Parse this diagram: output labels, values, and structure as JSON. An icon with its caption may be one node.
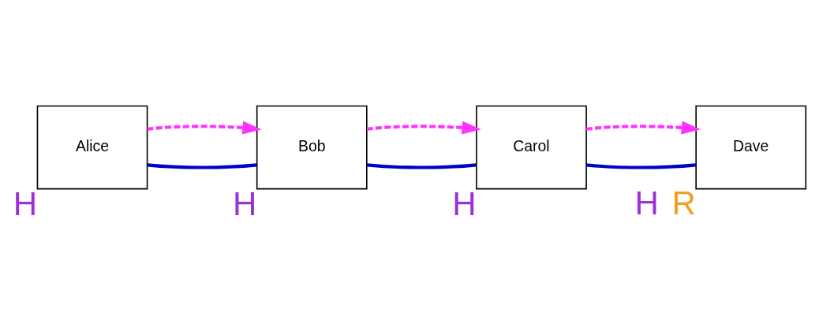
{
  "diagram": {
    "nodes": [
      {
        "text": [
          "Alice"
        ],
        "beside": [
          "H"
        ]
      },
      {
        "text": [
          "Bob"
        ],
        "beside": [
          "H"
        ]
      },
      {
        "text": [
          "Carol"
        ],
        "beside": [
          "H"
        ]
      },
      {
        "text": [
          "Dave"
        ],
        "beside": [
          "H",
          "R"
        ]
      }
    ],
    "edges": [
      {
        "from": 0,
        "to": 1,
        "arrow": "none",
        "color": "#0000cc"
      },
      {
        "from": 1,
        "to": 2,
        "arrow": "none",
        "color": "#0000cc"
      },
      {
        "from": 2,
        "to": 3,
        "arrow": "none",
        "color": "#0000cc"
      },
      {
        "from": 0,
        "to": 1,
        "arrow": "to",
        "style": "dashed",
        "color": "#ff33ff"
      },
      {
        "from": 1,
        "to": 2,
        "arrow": "to",
        "style": "dashed",
        "color": "#ff33ff"
      },
      {
        "from": 2,
        "to": 3,
        "arrow": "to",
        "style": "dashed",
        "color": "#ff33ff"
      }
    ]
  }
}
